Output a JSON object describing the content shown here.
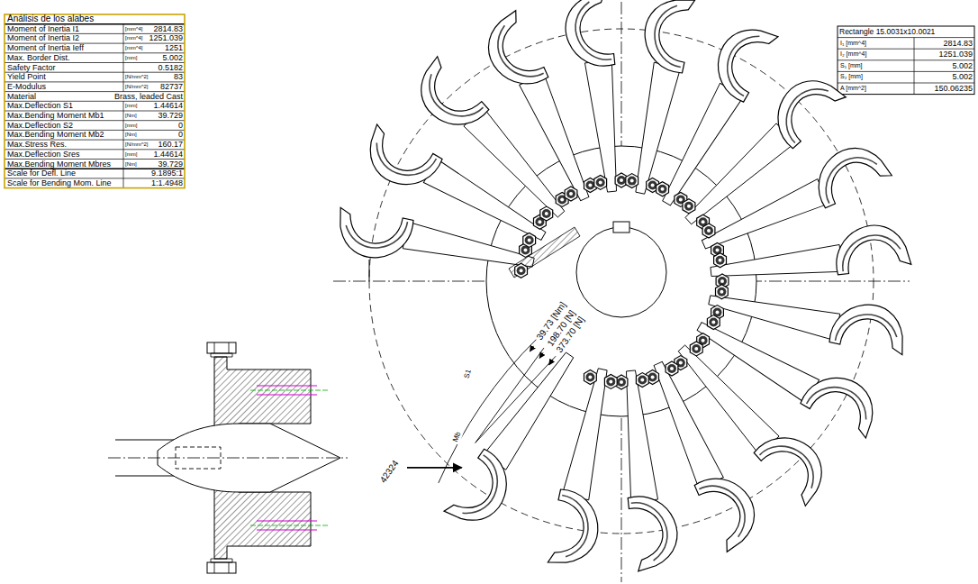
{
  "diagram": {
    "labels": [
      "Análisis de los alabes",
      "Moment of Inertia I1",
      "[mm^4]",
      "2814.83",
      "Moment of Inertia I2",
      "[mm^4]",
      "1251.039",
      "Moment of Inertia Ieff",
      "[mm^4]",
      "1251",
      "Max. Border Dist.",
      "[mm]",
      "5.002",
      "Safety Factor",
      "0.5182",
      "Yield Point",
      "[N/mm^2]",
      "83",
      "E-Modulus",
      "[N/mm^2]",
      "82737",
      "Material",
      "Brass, leaded Cast",
      "Max.Deflection S1",
      "[mm]",
      "1.44614",
      "Max.Bending Moment Mb1",
      "[Nm]",
      "39.729",
      "Max.Deflection S2",
      "[mm]",
      "0",
      "Max.Bending Moment Mb2",
      "[Nm]",
      "0",
      "Max.Stress Res.",
      "[N/mm^2]",
      "160.17",
      "Max.Deflection Sres",
      "[mm]",
      "1.44614",
      "Max.Bending Moment Mbres",
      "[Nm]",
      "39.729",
      "Scale for Defl. Line",
      "9.1895:1",
      "Scale for Bending Mom. Line",
      "1:1.4948",
      "Rectangle 15.0031x10.0021",
      "I₁ [mm^4]",
      "2814.83",
      "I₂ [mm^4]",
      "1251.039",
      "S₁ [mm]",
      "5.002",
      "S₂ [mm]",
      "5.002",
      "A [mm^2]",
      "150.06235",
      "373.70 [N]",
      "198.70 [N]",
      "39.73 [Nm]",
      "42324",
      "S1",
      "Mb"
    ]
  }
}
